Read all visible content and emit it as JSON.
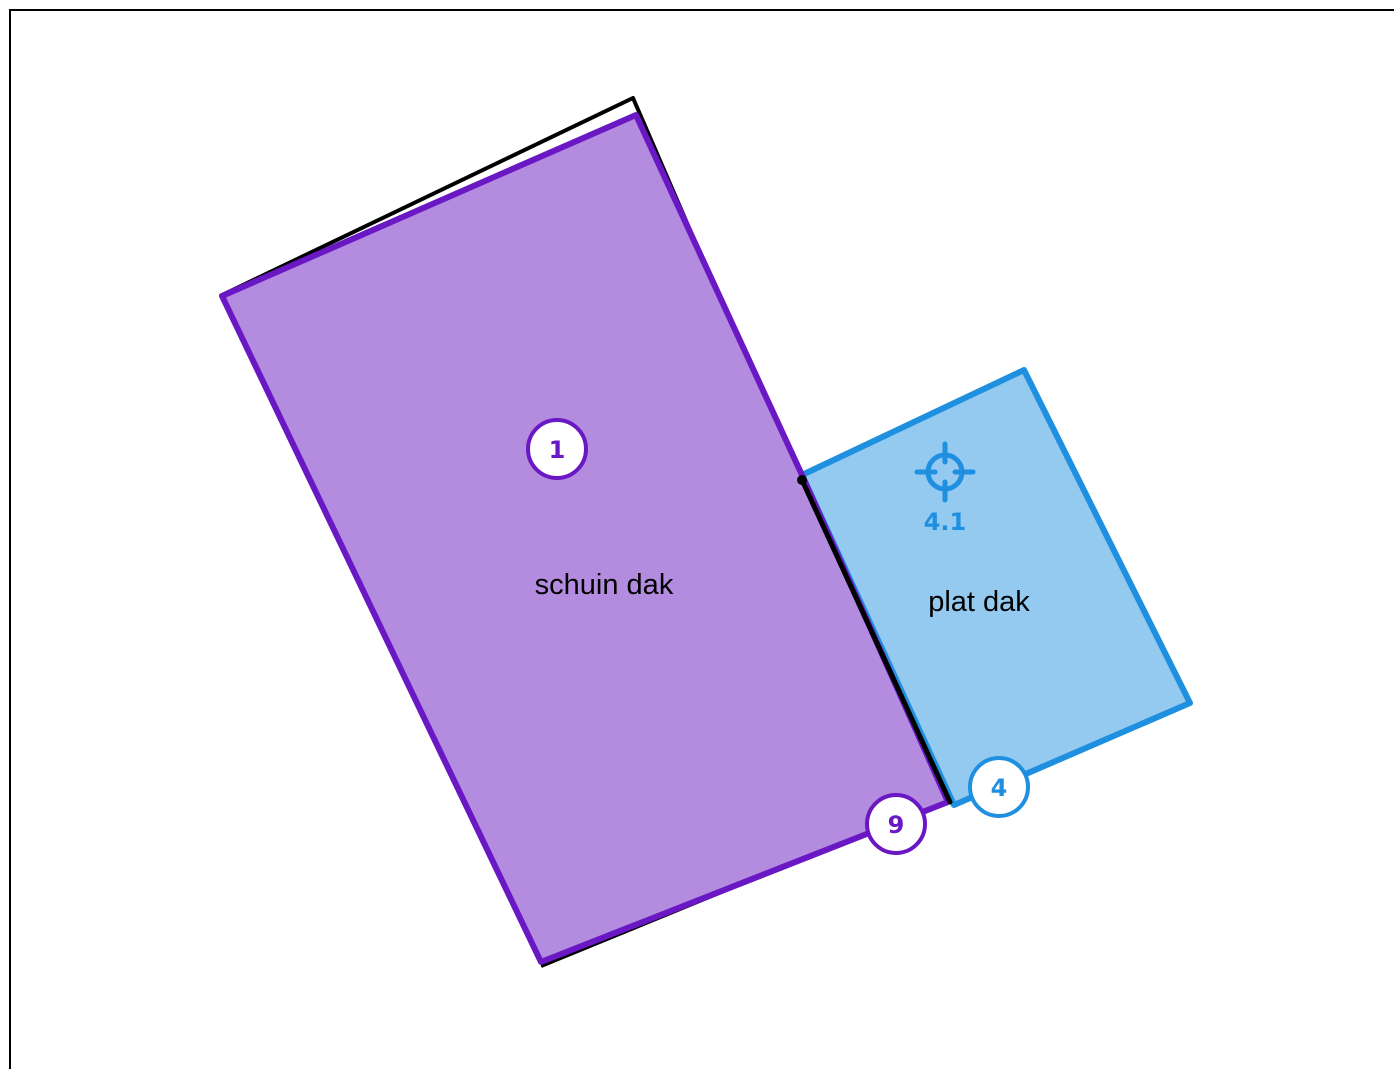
{
  "roof_pitched": {
    "label": "schuin dak",
    "badge": "1",
    "fill_color": "#b38ce0",
    "stroke_color": "#6a17c4"
  },
  "roof_flat": {
    "label": "plat dak",
    "badge": "4",
    "fill_color": "#94c9f0",
    "stroke_color": "#1f8fe0"
  },
  "edge_badge": {
    "text": "9",
    "color": "#6a17c4"
  },
  "target_marker": {
    "icon": "crosshair-icon",
    "label": "4.1",
    "color": "#1f8fe0"
  },
  "outline_color": "#000000"
}
